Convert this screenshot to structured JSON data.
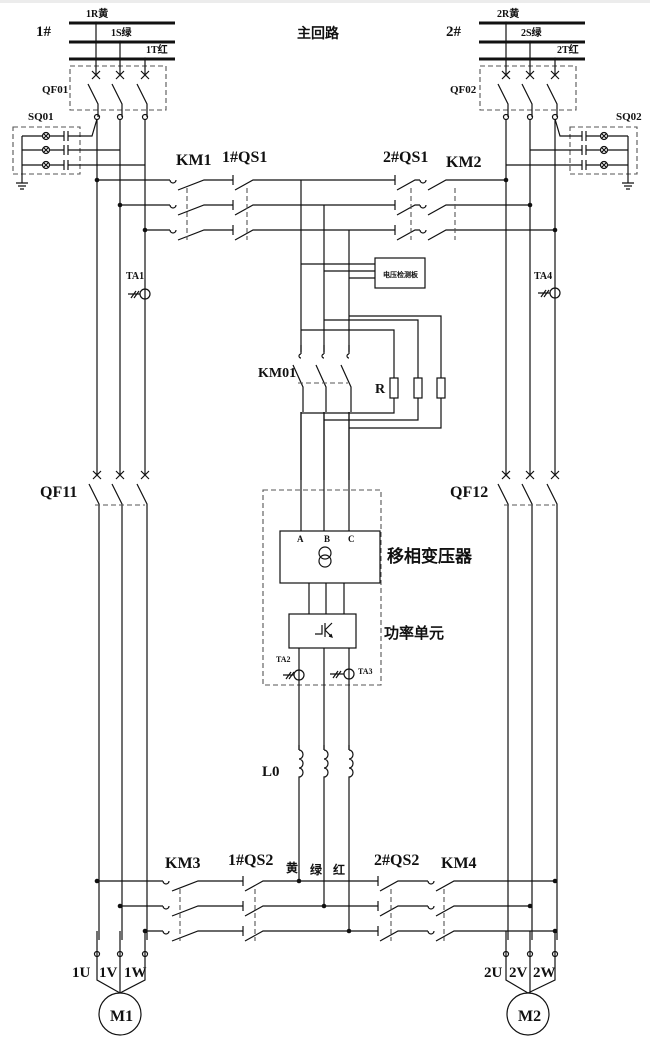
{
  "title": "主回路",
  "sources": [
    {
      "name": "1#",
      "phases": [
        "1R黄",
        "1S绿",
        "1T红"
      ],
      "breaker": "QF01",
      "indicator": "SQ01"
    },
    {
      "name": "2#",
      "phases": [
        "2R黄",
        "2S绿",
        "2T红"
      ],
      "breaker": "QF02",
      "indicator": "SQ02"
    }
  ],
  "upper_switches": {
    "km1": "KM1",
    "qs1_1": "1#QS1",
    "qs1_2": "2#QS1",
    "km2": "KM2"
  },
  "current_transformers": {
    "ta1": "TA1",
    "ta2": "TA2",
    "ta3": "TA3",
    "ta4": "TA4"
  },
  "voltage_board": "电压检测板",
  "precharge": {
    "contactor": "KM01",
    "resistor": "R"
  },
  "bypass_breakers": {
    "left": "QF11",
    "right": "QF12"
  },
  "transformer": {
    "label": "移相变压器",
    "terminals": [
      "A",
      "B",
      "C"
    ]
  },
  "power_unit": "功率单元",
  "reactor": "L0",
  "output_colors": [
    "黄",
    "绿",
    "红"
  ],
  "lower_switches": {
    "km3": "KM3",
    "qs2_1": "1#QS2",
    "qs2_2": "2#QS2",
    "km4": "KM4"
  },
  "motors": [
    {
      "name": "M1",
      "terminals": [
        "1U",
        "1V",
        "1W"
      ]
    },
    {
      "name": "M2",
      "terminals": [
        "2U",
        "2V",
        "2W"
      ]
    }
  ]
}
